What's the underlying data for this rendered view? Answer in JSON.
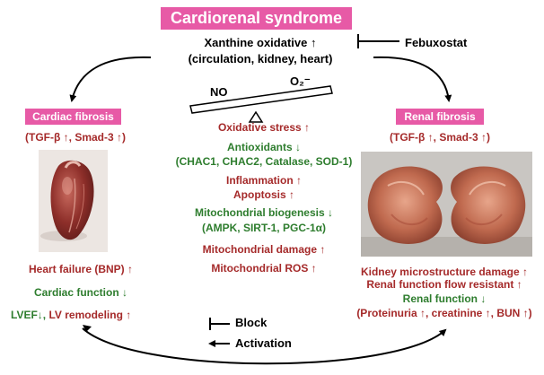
{
  "title": "Cardiorenal syndrome",
  "center": {
    "xo_line1": "Xanthine oxidative ↑",
    "xo_line2": "(circulation, kidney, heart)",
    "inhibitor": "Febuxostat",
    "balance_left": "NO",
    "balance_right": "O₂⁻"
  },
  "cardiac": {
    "label": "Cardiac fibrosis",
    "markers": "(TGF-β ↑, Smad-3 ↑)",
    "heart_failure": "Heart failure (BNP) ↑",
    "cardiac_function": "Cardiac function ↓",
    "lvef": "LVEF↓, LV remodeling ↑"
  },
  "renal": {
    "label": "Renal fibrosis",
    "markers": "(TGF-β ↑, Smad-3 ↑)",
    "micro_damage": "Kidney microstructure damage ↑",
    "flow_resistant": "Renal function flow resistant ↑",
    "renal_function": "Renal function ↓",
    "markers_list": "(Proteinuria ↑, creatinine ↑, BUN ↑)"
  },
  "pathway": {
    "oxidative_stress": "Oxidative stress ↑",
    "antioxidants": "Antioxidants ↓",
    "antioxidant_list": "(CHAC1, CHAC2, Catalase, SOD-1)",
    "inflammation": "Inflammation ↑",
    "apoptosis": "Apoptosis ↑",
    "mito_biogenesis": "Mitochondrial biogenesis ↓",
    "mito_list": "(AMPK, SIRT-1, PGC-1α)",
    "mito_damage": "Mitochondrial damage ↑",
    "mito_ros": "Mitochondrial ROS ↑"
  },
  "legend": {
    "block": "Block",
    "activation": "Activation"
  },
  "colors": {
    "accent_pink": "#e75aa6",
    "increase_red": "#a52a2a",
    "decrease_green": "#2e7d2e"
  }
}
